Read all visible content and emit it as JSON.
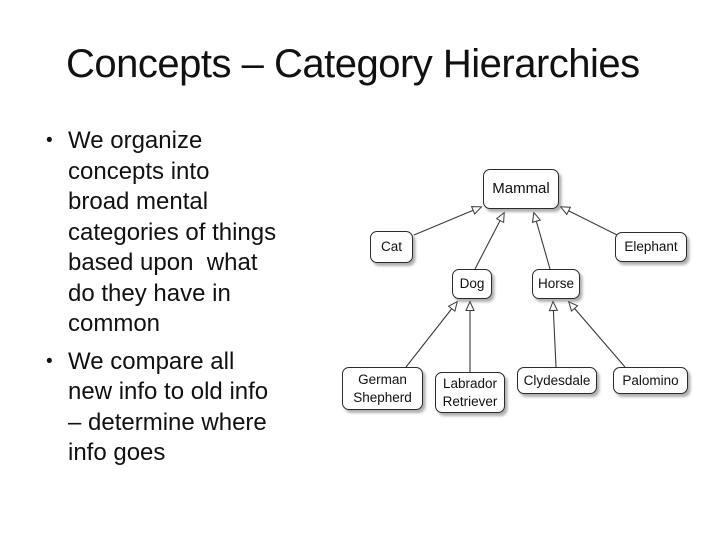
{
  "slide": {
    "title": "Concepts – Category Hierarchies",
    "bullet_char": "•",
    "bullets": [
      {
        "lines": [
          "We organize",
          "concepts into",
          "broad mental",
          "categories of things",
          "based upon  what",
          "do they have in",
          "common"
        ]
      },
      {
        "lines": [
          "We compare all",
          "new info to old info",
          "– determine where",
          "info goes"
        ]
      }
    ]
  },
  "diagram": {
    "type": "hierarchy-tree",
    "nodes": [
      {
        "id": "mammal",
        "label": "Mammal"
      },
      {
        "id": "cat",
        "label": "Cat"
      },
      {
        "id": "elephant",
        "label": "Elephant"
      },
      {
        "id": "dog",
        "label": "Dog"
      },
      {
        "id": "horse",
        "label": "Horse"
      },
      {
        "id": "german-shepherd",
        "label": [
          "German",
          "Shepherd"
        ]
      },
      {
        "id": "labrador-retriever",
        "label": [
          "Labrador",
          "Retriever"
        ]
      },
      {
        "id": "clydesdale",
        "label": "Clydesdale"
      },
      {
        "id": "palomino",
        "label": "Palomino"
      }
    ],
    "edges": [
      {
        "from": "Cat",
        "to": "Mammal"
      },
      {
        "from": "Dog",
        "to": "Mammal"
      },
      {
        "from": "Horse",
        "to": "Mammal"
      },
      {
        "from": "Elephant",
        "to": "Mammal"
      },
      {
        "from": "German Shepherd",
        "to": "Dog"
      },
      {
        "from": "Labrador Retriever",
        "to": "Dog"
      },
      {
        "from": "Clydesdale",
        "to": "Horse"
      },
      {
        "from": "Palomino",
        "to": "Horse"
      }
    ]
  },
  "colors": {
    "background": "#ffffff",
    "text": "#111111",
    "diagram_line": "#3a3a3a",
    "node_fill": "#ffffff",
    "node_border": "#2b2b2b"
  }
}
